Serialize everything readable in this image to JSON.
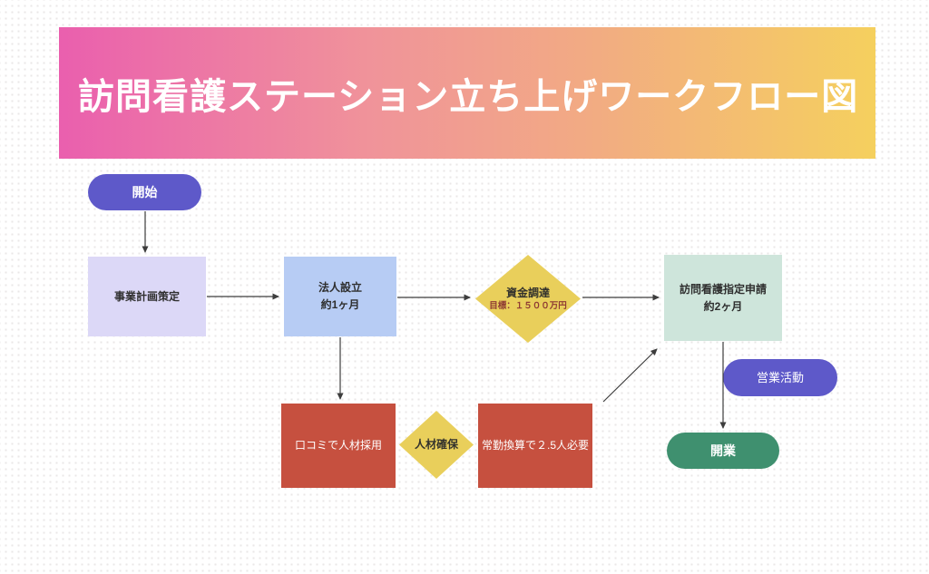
{
  "banner": {
    "title": "訪問看護ステーション立ち上げワークフロー図",
    "gradient_left": "#ea5fae",
    "gradient_mid": "#f2ab83",
    "gradient_right": "#f5d05e",
    "text_color": "#ffffff"
  },
  "nodes": {
    "start": {
      "label": "開始",
      "shape": "pill",
      "color": "#5e59c9"
    },
    "planning": {
      "label": "事業計画策定",
      "shape": "box",
      "color": "#dcd8f7"
    },
    "incorporation": {
      "label": "法人設立",
      "sublabel": "約1ヶ月",
      "shape": "box",
      "color": "#b7ccf4"
    },
    "funding": {
      "label": "資金調達",
      "sublabel": "目標：１５００万円",
      "shape": "diamond",
      "color": "#e9cf5b",
      "sublabel_color": "#8e3a33"
    },
    "designation": {
      "label": "訪問看護指定申請",
      "sublabel": "約2ヶ月",
      "shape": "box",
      "color": "#cee5db"
    },
    "sales": {
      "label": "営業活動",
      "shape": "pill",
      "color": "#5e59c9"
    },
    "opening": {
      "label": "開業",
      "shape": "pill",
      "color": "#3f906f"
    },
    "recruiting": {
      "label": "口コミで人材採用",
      "shape": "box",
      "color": "#c6503f"
    },
    "staffing": {
      "label": "人材確保",
      "shape": "diamond",
      "color": "#e9cf5b"
    },
    "fte": {
      "label": "常勤換算で２.5人必要",
      "shape": "box",
      "color": "#c6503f"
    }
  },
  "edges": [
    {
      "from": "start",
      "to": "planning"
    },
    {
      "from": "planning",
      "to": "incorporation"
    },
    {
      "from": "incorporation",
      "to": "funding"
    },
    {
      "from": "funding",
      "to": "designation"
    },
    {
      "from": "incorporation",
      "to": "recruiting"
    },
    {
      "from": "fte",
      "to": "designation"
    },
    {
      "from": "designation",
      "to": "opening"
    }
  ],
  "background": {
    "dot_color": "#eae7e7",
    "base_color": "#ffffff"
  }
}
